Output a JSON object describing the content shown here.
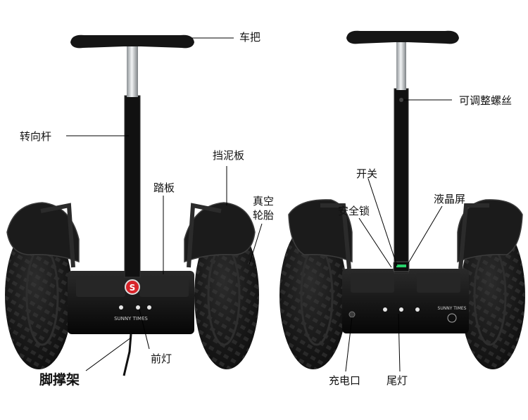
{
  "labels": {
    "handlebar": "车把",
    "steering_rod": "转向杆",
    "footboard": "踏板",
    "fender": "挡泥板",
    "tire_line1": "真空",
    "tire_line2": "轮胎",
    "headlight": "前灯",
    "kickstand": "脚撑架",
    "adjust_screw": "可调整螺丝",
    "power_switch": "开关",
    "safety_lock": "安全锁",
    "lcd_screen": "液晶屏",
    "charge_port": "充电口",
    "taillight": "尾灯"
  },
  "brand_text": "SUNNY TIMES",
  "logo_letter": "S",
  "colors": {
    "body": "#141414",
    "tire": "#1c1c1c",
    "tread": "#3a3a3a",
    "chrome": "#cfd3d6",
    "leader": "#000000",
    "logo_red": "#d8242a",
    "led_green": "#28d26b"
  }
}
